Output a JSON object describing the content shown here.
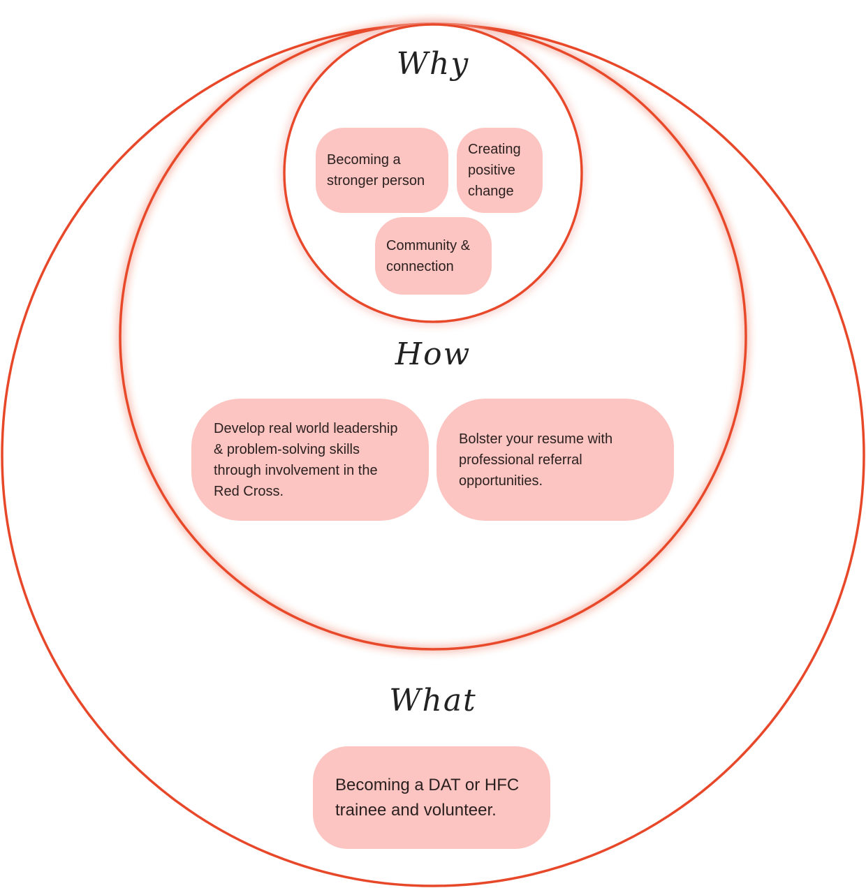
{
  "colors": {
    "ring": "#e8482a",
    "pill": "#fdc5c1",
    "text": "#2a1f1f"
  },
  "why": {
    "heading": "Why",
    "items": [
      "Becoming a\nstronger person",
      "Creating\npositive\nchange",
      "Community &\nconnection"
    ]
  },
  "how": {
    "heading": "How",
    "items": [
      "Develop real world leadership\n& problem-solving skills\nthrough involvement in the\nRed Cross.",
      "Bolster your resume with\nprofessional referral\nopportunities."
    ]
  },
  "what": {
    "heading": "What",
    "items": [
      "Becoming a DAT or HFC\ntrainee and volunteer."
    ]
  }
}
